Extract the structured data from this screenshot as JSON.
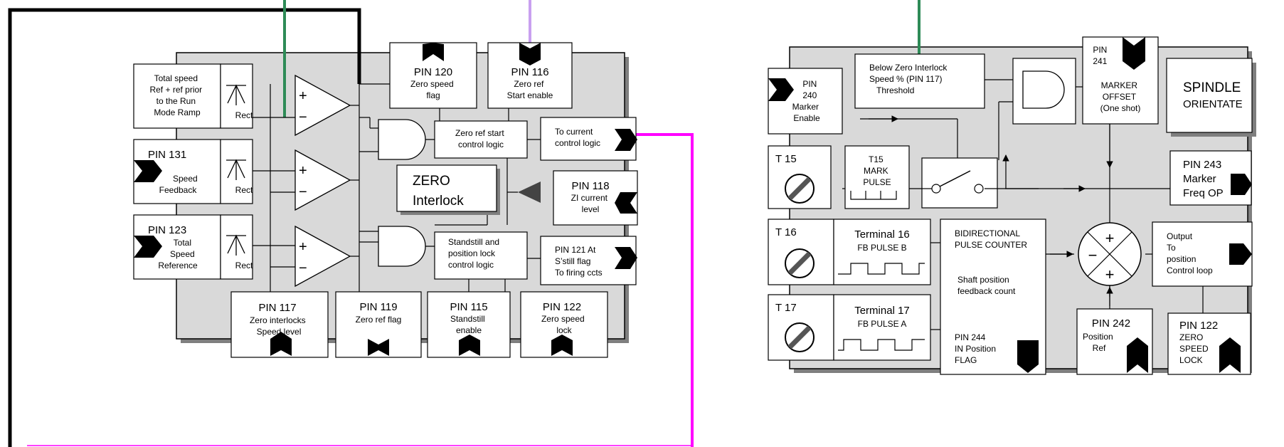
{
  "zero_interlock": {
    "title_lines": [
      "ZERO",
      "Interlock"
    ],
    "inputs": [
      {
        "lines": [
          "Total speed",
          "Ref + ref prior",
          "to the Run",
          "Mode Ramp"
        ]
      },
      {
        "lines": [
          "PIN 131",
          "Speed",
          "Feedback"
        ]
      },
      {
        "lines": [
          "PIN 123",
          "Total",
          "Speed",
          "Reference"
        ]
      }
    ],
    "rect_label": "Rect",
    "comparator_plus": "+",
    "comparator_minus": "−",
    "pin120": {
      "lines": [
        "PIN 120",
        "Zero speed",
        "flag"
      ]
    },
    "pin116": {
      "lines": [
        "PIN 116",
        "Zero ref",
        "Start enable"
      ]
    },
    "zero_ref_logic": {
      "lines": [
        "Zero ref start",
        "control logic"
      ]
    },
    "to_current": {
      "lines": [
        "To current",
        "control logic"
      ]
    },
    "pin118": {
      "lines": [
        "PIN 118",
        "ZI current",
        "level"
      ]
    },
    "standstill_logic": {
      "lines": [
        "Standstill and",
        "position lock",
        "control logic"
      ]
    },
    "pin121": {
      "lines": [
        "PIN 121 At",
        "S’still flag",
        "To firing ccts"
      ]
    },
    "pin117": {
      "lines": [
        "PIN 117",
        "Zero interlocks",
        "Speed        level"
      ]
    },
    "pin119": {
      "lines": [
        "PIN 119",
        "Zero ref flag"
      ]
    },
    "pin115": {
      "lines": [
        "PIN 115",
        "Standstill",
        "enable"
      ]
    },
    "pin122": {
      "lines": [
        "PIN 122",
        "Zero speed",
        "lock"
      ]
    }
  },
  "spindle": {
    "title_lines": [
      "SPINDLE",
      "ORIENTATE"
    ],
    "threshold": {
      "lines": [
        "Below Zero Interlock",
        "Speed % (PIN 117)",
        "Threshold"
      ]
    },
    "pin240": {
      "lines": [
        "PIN",
        "240",
        "Marker",
        "Enable"
      ]
    },
    "pin241": {
      "lines": [
        "PIN",
        "241",
        "MARKER",
        "OFFSET",
        "(One shot)"
      ]
    },
    "t15": "T 15",
    "t15_mark": {
      "lines": [
        "T15",
        "MARK",
        "PULSE"
      ]
    },
    "pin243": {
      "lines": [
        "PIN 243",
        "Marker",
        "Freq OP"
      ]
    },
    "t16": "T 16",
    "terminal16": {
      "lines": [
        "Terminal 16",
        "FB PULSE B"
      ]
    },
    "counter": {
      "lines": [
        "BIDIRECTIONAL",
        "PULSE COUNTER"
      ]
    },
    "counter_mid": {
      "lines": [
        "Shaft position",
        "feedback count"
      ]
    },
    "counter_pin": {
      "lines": [
        "PIN 244",
        "IN Position",
        "FLAG"
      ]
    },
    "output": {
      "lines": [
        "Output",
        "To",
        "position",
        "Control loop"
      ]
    },
    "t17": "T 17",
    "terminal17": {
      "lines": [
        "Terminal 17",
        "FB PULSE A"
      ]
    },
    "pin242": {
      "lines": [
        "PIN 242",
        "Position",
        "Ref"
      ]
    },
    "pin122": {
      "lines": [
        "PIN 122",
        "ZERO",
        "SPEED",
        "LOCK"
      ]
    },
    "sum_plus": "+",
    "sum_minus": "−"
  },
  "colors": {
    "panel": "#d9d9d9",
    "shadow": "#7f7f7f",
    "green_wire": "#2e8b57",
    "lilac_wire": "#c9a0f0",
    "magenta_wire": "#ff00ff",
    "black_wire": "#000000"
  }
}
